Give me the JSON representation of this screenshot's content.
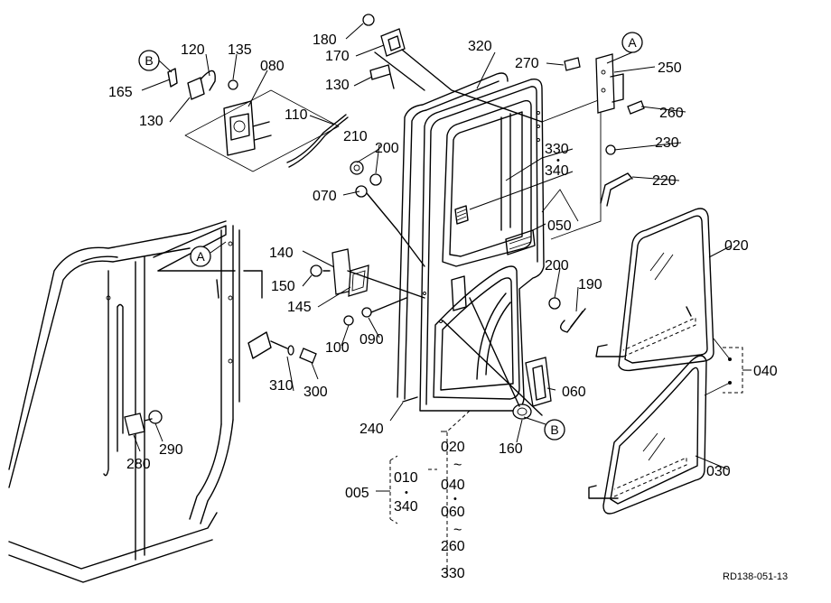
{
  "callouts": {
    "p005": "005",
    "p010": "010",
    "p020": "020",
    "p030": "030",
    "p040": "040",
    "p050": "050",
    "p060": "060",
    "p070": "070",
    "p080": "080",
    "p090": "090",
    "p100": "100",
    "p110": "110",
    "p120": "120",
    "p130a": "130",
    "p130b": "130",
    "p135": "135",
    "p140": "140",
    "p145": "145",
    "p150": "150",
    "p160": "160",
    "p165": "165",
    "p170": "170",
    "p180": "180",
    "p190": "190",
    "p200a": "200",
    "p200b": "200",
    "p210": "210",
    "p220": "220",
    "p230": "230",
    "p240": "240",
    "p250": "250",
    "p260": "260",
    "p270": "270",
    "p280": "280",
    "p290": "290",
    "p300": "300",
    "p310": "310",
    "p320": "320",
    "p330": "330",
    "p340": "340"
  },
  "reference_markers": {
    "a_top": "A",
    "a_left": "A",
    "b_top": "B",
    "b_bottom": "B"
  },
  "assembly_list": {
    "g1_from": "010",
    "g1_to": "340",
    "g2_1": "020",
    "g2_2": "040",
    "g2_3": "060",
    "g2_4": "260",
    "g2_5": "330",
    "tilde": "~",
    "dot": "•"
  },
  "diagram_code": "RD138-051-13"
}
